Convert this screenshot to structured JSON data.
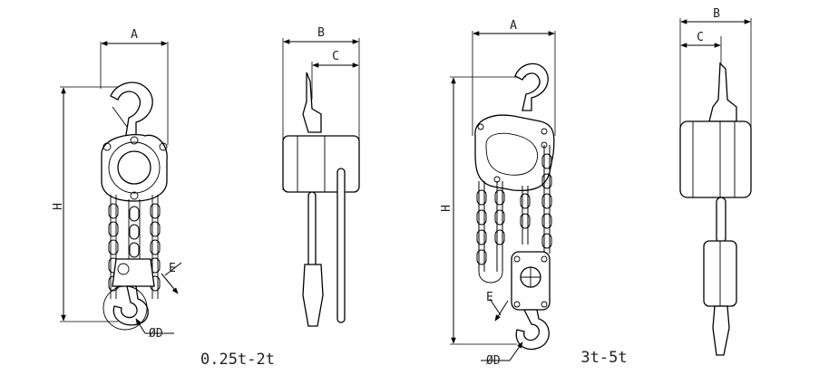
{
  "labels": {
    "small": {
      "A": "A",
      "B": "B",
      "C": "C",
      "H": "H",
      "E": "E",
      "D": "ØD",
      "caption": "0.25t-2t"
    },
    "large": {
      "A": "A",
      "B": "B",
      "C": "C",
      "H": "H",
      "E": "E",
      "D": "ØD",
      "caption": "3t-5t"
    }
  }
}
